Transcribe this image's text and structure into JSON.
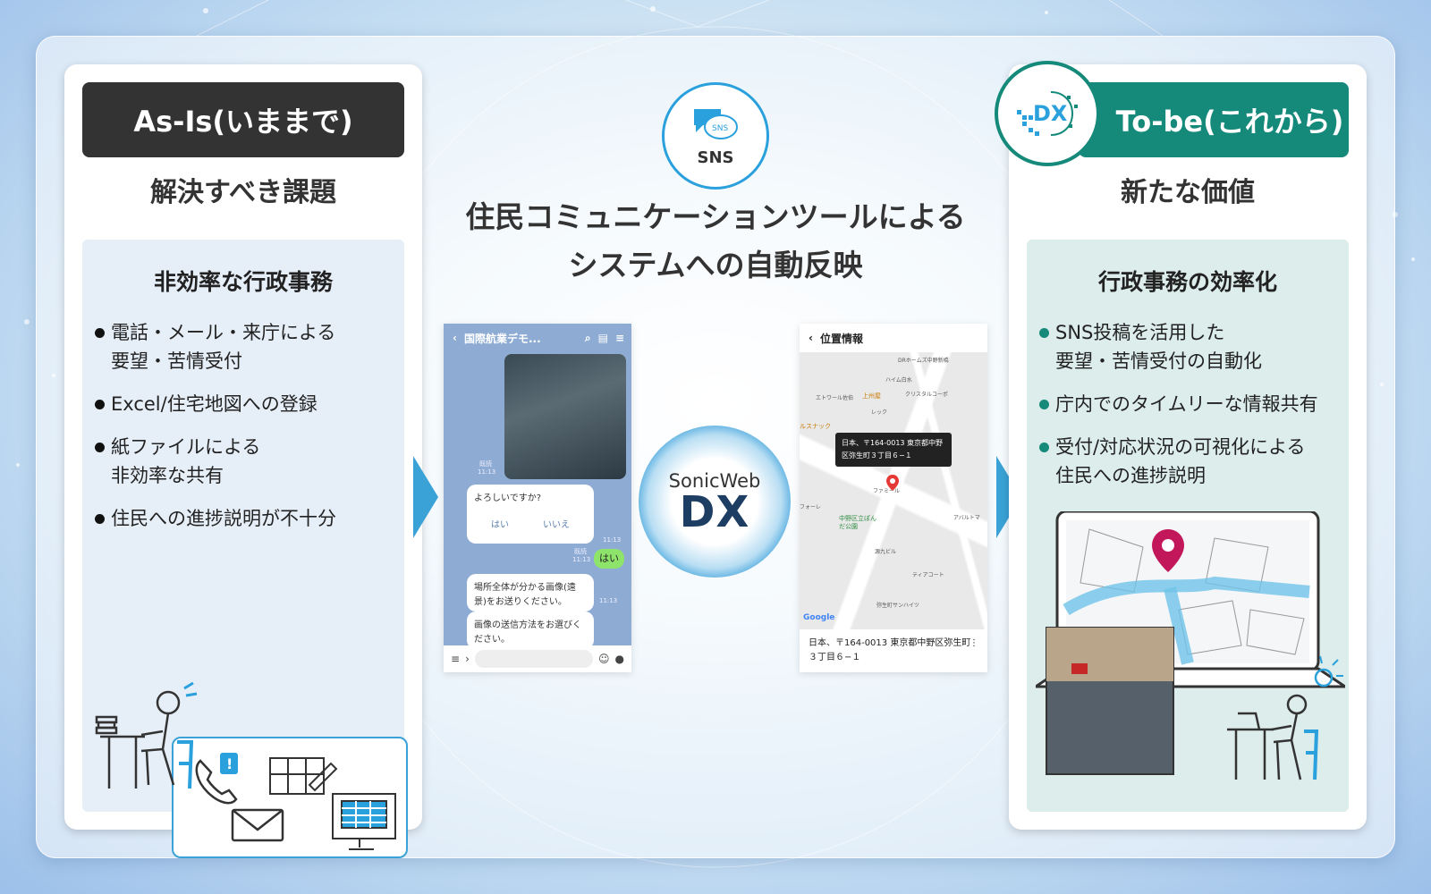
{
  "left_panel": {
    "header": "As-Is(いままで)",
    "subtitle": "解決すべき課題",
    "box_title": "非効率な行政事務",
    "bullets": [
      "電話・メール・来庁による\n要望・苦情受付",
      "Excel/住宅地図への登録",
      "紙ファイルによる\n非効率な共有",
      "住民への進捗説明が不十分"
    ]
  },
  "center": {
    "sns_label": "SNS",
    "sns_bubble_text": "SNS",
    "title_line1": "住民コミュニケーションツールによる",
    "title_line2": "システムへの自動反映",
    "logo_top": "SonicWeb",
    "logo_bottom": "DX"
  },
  "chat_screen": {
    "title": "国際航業デモ...",
    "question": "よろしいですか?",
    "option_yes": "はい",
    "option_no": "いいえ",
    "reply_yes": "はい",
    "message2": "場所全体が分かる画像(遠景)をお送りください。",
    "message3": "画像の送信方法をお選びください。",
    "read_label": "既読",
    "time1": "11:13",
    "time2": "11:13",
    "time3": "11:13",
    "time4": "11:13"
  },
  "map_screen": {
    "title": "位置情報",
    "popup": "日本、〒164-0013 東京都中野区弥生町３丁目６−１",
    "address": "日本、〒164-0013 東京都中野区弥生町３丁目６−１",
    "google": "Google",
    "poi_labels": [
      "DRホームズ中野新橋",
      "ハイム白水",
      "上州屋",
      "エトワール佐伯",
      "クリスタルコーポ",
      "レック",
      "ルスナック",
      "ファミール",
      "フォーレ",
      "中野区立ぽんだ公園",
      "アバルトマ",
      "源九ビル",
      "ティアコート",
      "弥生町サンハイツ"
    ]
  },
  "right_panel": {
    "badge": "DX",
    "header": "To-be(これから)",
    "subtitle": "新たな価値",
    "box_title": "行政事務の効率化",
    "bullets": [
      "SNS投稿を活用した\n要望・苦情受付の自動化",
      "庁内でのタイムリーな情報共有",
      "受付/対応状況の可視化による\n住民への進捗説明"
    ]
  },
  "colors": {
    "accent_blue": "#3aa2d6",
    "teal": "#15897a",
    "dark_header": "#333333"
  }
}
